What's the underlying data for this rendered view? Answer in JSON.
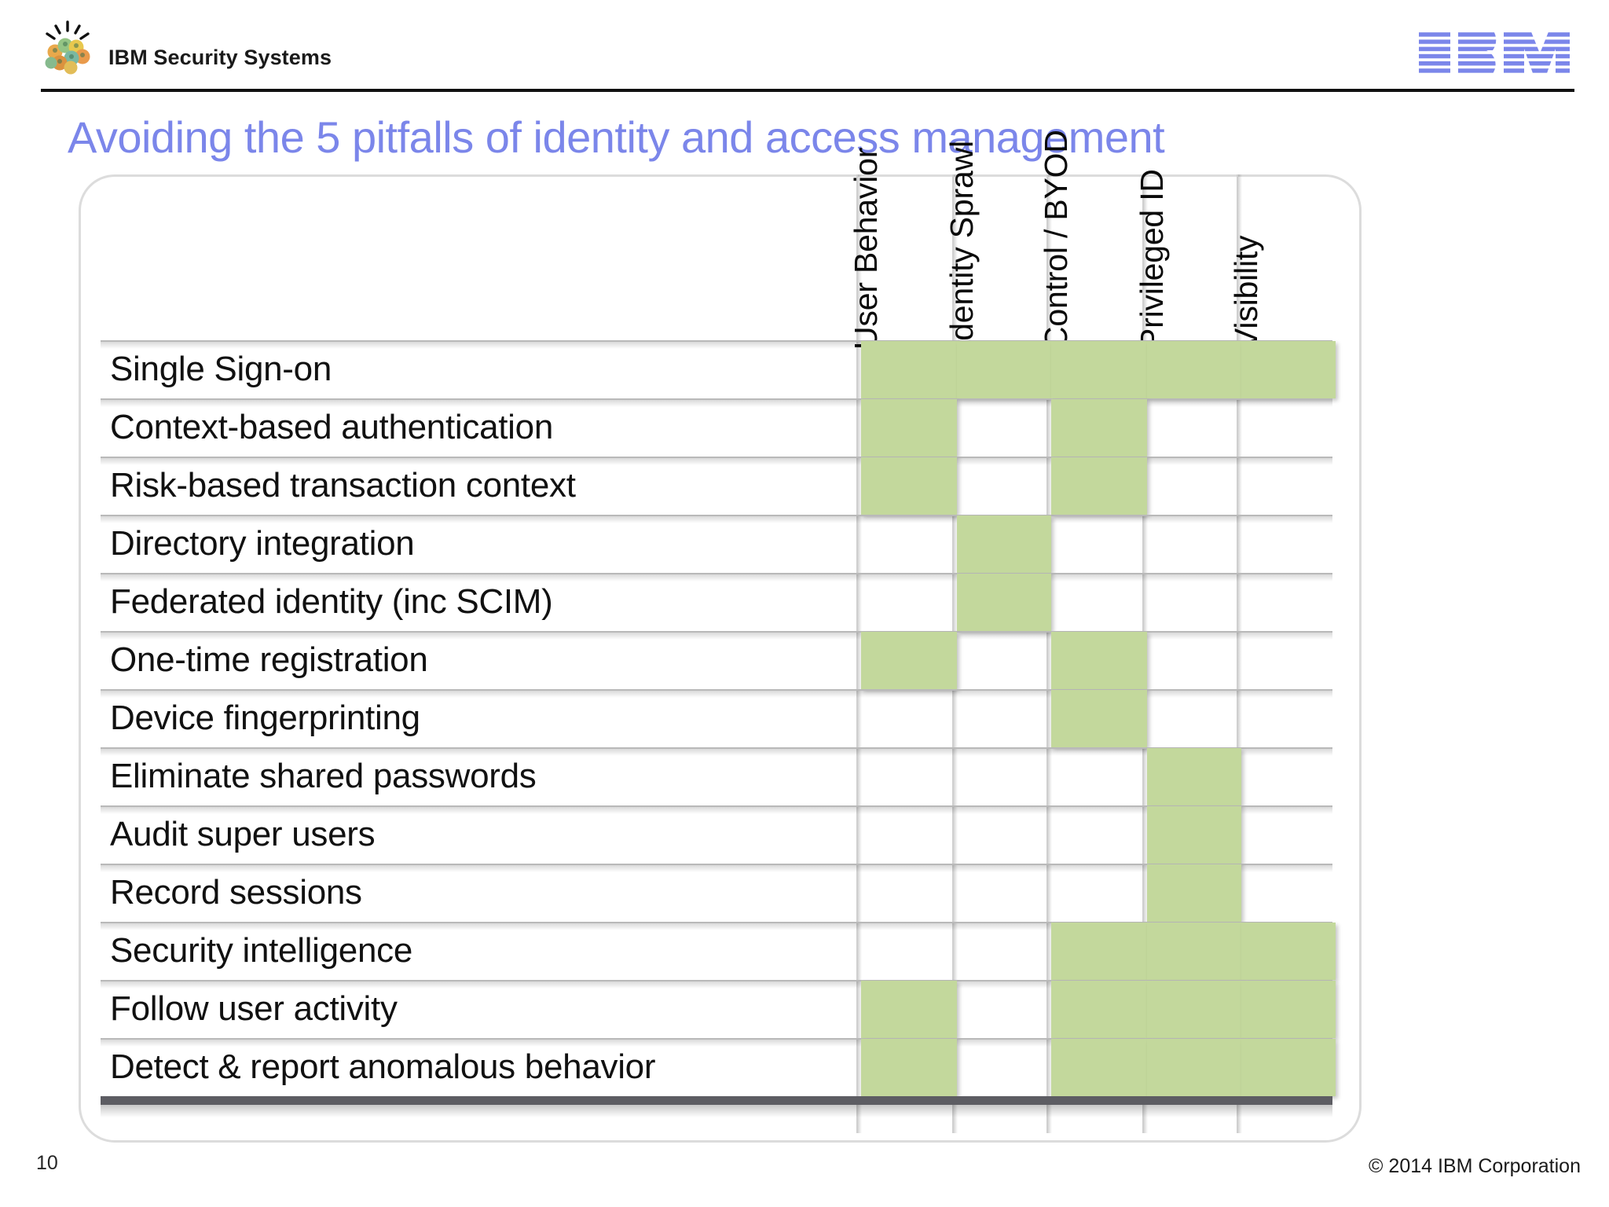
{
  "header": {
    "brand": "IBM Security Systems",
    "brand_icon": "security-people-cluster-icon",
    "corp_logo": "ibm-striped-logo"
  },
  "slide": {
    "title": "Avoiding the 5 pitfalls of identity and access management",
    "title_color": "#7b86ea",
    "page_number": "10",
    "copyright": "© 2014 IBM Corporation"
  },
  "chart_data": {
    "type": "heatmap",
    "title": "Avoiding the 5 pitfalls of identity and access management",
    "xlabel": "",
    "ylabel": "",
    "legend": [],
    "grid": true,
    "filled_color": "#c3d89c",
    "empty_color": "#ffffff",
    "categories": [
      "User Behavior",
      "Identity Sprawl",
      "Control / BYOD",
      "Privileged ID",
      "Visibility"
    ],
    "rows": [
      "Single Sign-on",
      "Context-based authentication",
      "Risk-based transaction context",
      "Directory integration",
      "Federated identity (inc SCIM)",
      "One-time registration",
      "Device fingerprinting",
      "Eliminate shared passwords",
      "Audit super users",
      "Record sessions",
      "Security intelligence",
      "Follow user activity",
      "Detect & report anomalous behavior"
    ],
    "values": [
      [
        1,
        1,
        1,
        1,
        1
      ],
      [
        1,
        0,
        1,
        0,
        0
      ],
      [
        1,
        0,
        1,
        0,
        0
      ],
      [
        0,
        1,
        0,
        0,
        0
      ],
      [
        0,
        1,
        0,
        0,
        0
      ],
      [
        1,
        0,
        1,
        0,
        0
      ],
      [
        0,
        0,
        1,
        0,
        0
      ],
      [
        0,
        0,
        0,
        1,
        0
      ],
      [
        0,
        0,
        0,
        1,
        0
      ],
      [
        0,
        0,
        0,
        1,
        0
      ],
      [
        0,
        0,
        1,
        1,
        1
      ],
      [
        1,
        0,
        1,
        1,
        1
      ],
      [
        1,
        0,
        1,
        1,
        1
      ]
    ]
  }
}
